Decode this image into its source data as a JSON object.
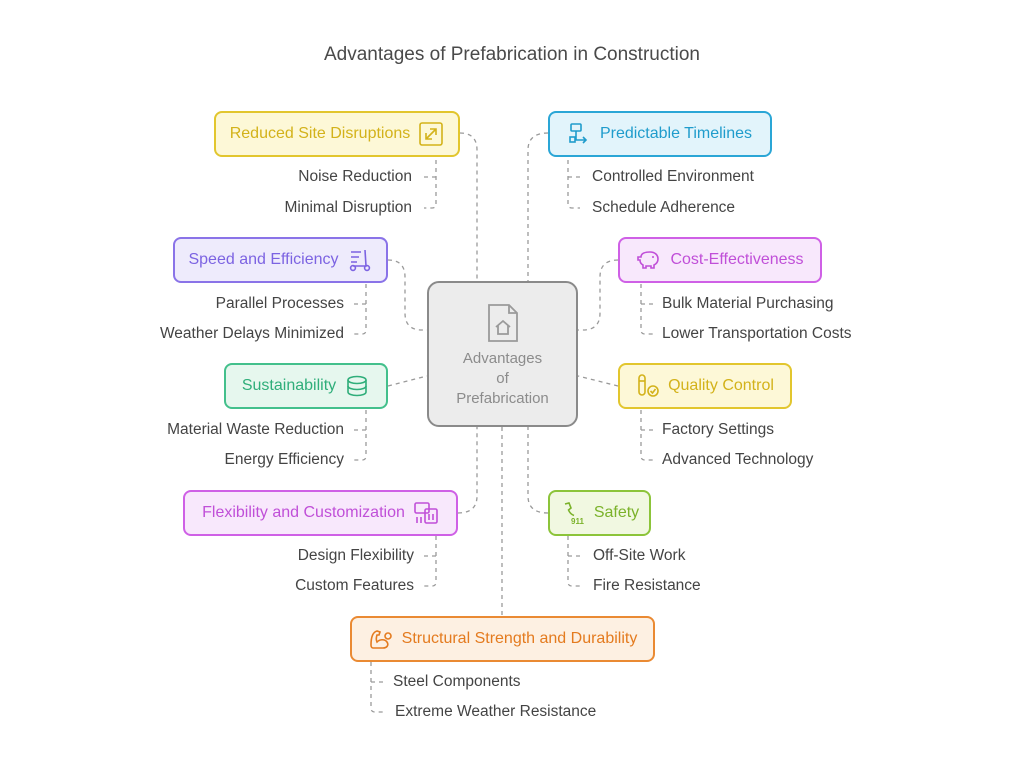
{
  "title": "Advantages of Prefabrication in Construction",
  "center": {
    "lines": [
      "Advantages",
      "of",
      "Prefabrication"
    ],
    "icon": "house-document-icon"
  },
  "colors": {
    "yellow": "#e2c62e",
    "blue": "#2aa6d6",
    "purple": "#8a73e8",
    "pink": "#cf60e6",
    "green": "#43c08c",
    "orange": "#ea8a33",
    "lime": "#8cc43a",
    "gray": "#8a8a8a"
  },
  "branches": {
    "reduced_site": {
      "label": "Reduced Site Disruptions",
      "icon": "resize-arrows-icon",
      "items": [
        "Noise Reduction",
        "Minimal Disruption"
      ]
    },
    "speed": {
      "label": "Speed and Efficiency",
      "icon": "scooter-icon",
      "items": [
        "Parallel Processes",
        "Weather Delays Minimized"
      ]
    },
    "sustainability": {
      "label": "Sustainability",
      "icon": "recycle-coins-icon",
      "items": [
        "Material Waste Reduction",
        "Energy Efficiency"
      ]
    },
    "flexibility": {
      "label": "Flexibility and Customization",
      "icon": "devices-customize-icon",
      "items": [
        "Design Flexibility",
        "Custom Features"
      ]
    },
    "predictable": {
      "label": "Predictable Timelines",
      "icon": "flowchart-icon",
      "items": [
        "Controlled Environment",
        "Schedule Adherence"
      ]
    },
    "cost": {
      "label": "Cost-Effectiveness",
      "icon": "piggy-bank-icon",
      "items": [
        "Bulk Material Purchasing",
        "Lower Transportation Costs"
      ]
    },
    "quality": {
      "label": "Quality Control",
      "icon": "test-tubes-check-icon",
      "items": [
        "Factory Settings",
        "Advanced Technology"
      ]
    },
    "safety": {
      "label": "Safety",
      "icon": "phone-911-icon",
      "items": [
        "Off-Site Work",
        "Fire Resistance"
      ]
    },
    "structural": {
      "label": "Structural Strength and Durability",
      "icon": "flexed-arm-icon",
      "items": [
        "Steel Components",
        "Extreme Weather Resistance"
      ]
    }
  }
}
